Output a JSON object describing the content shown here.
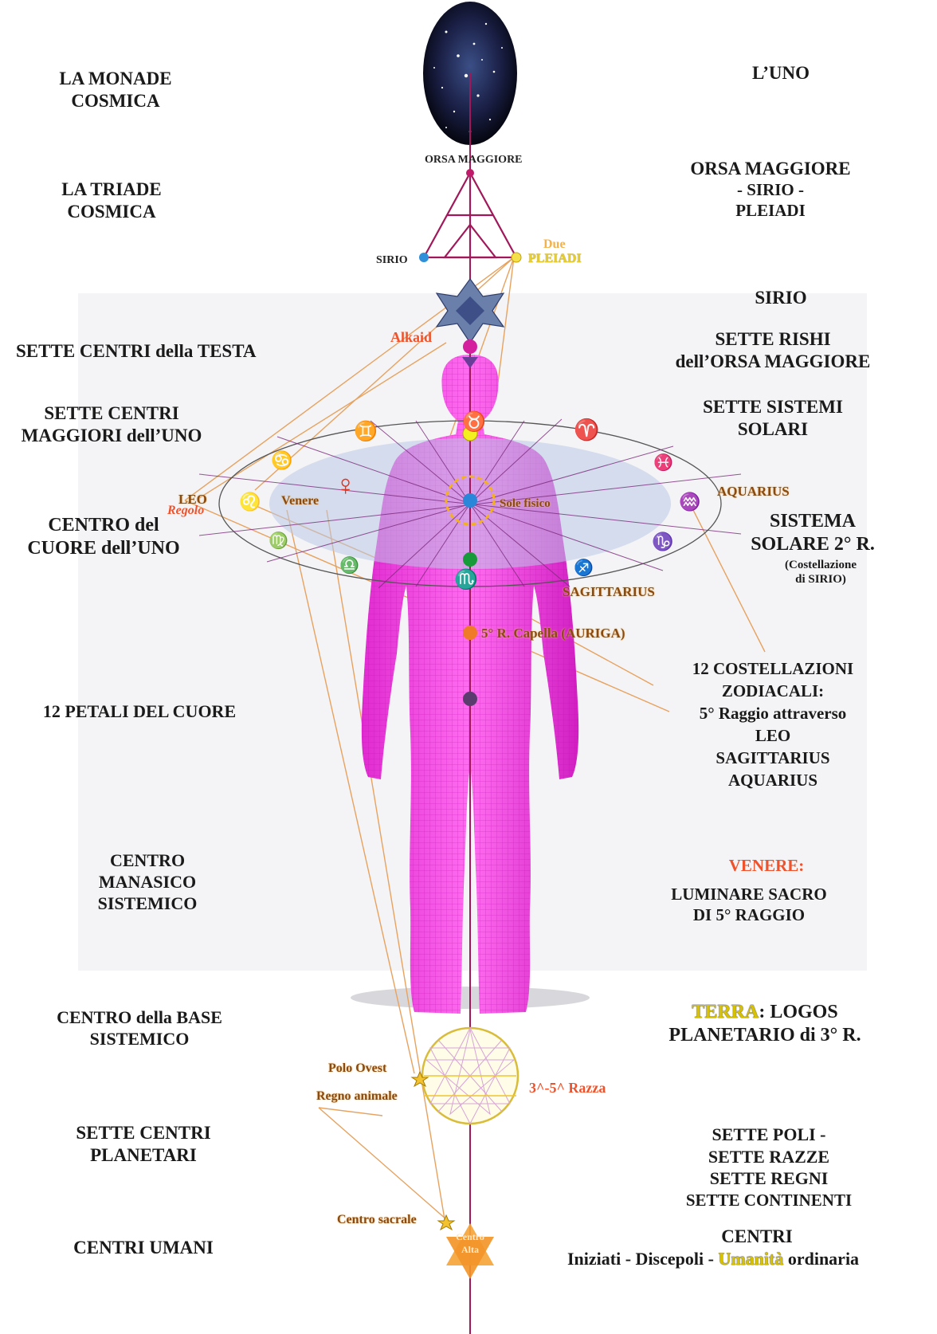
{
  "left_labels": {
    "monade": [
      "LA MONADE",
      "COSMICA"
    ],
    "triade": [
      "LA TRIADE",
      "COSMICA"
    ],
    "sette_centri_testa": "SETTE CENTRI della TESTA",
    "sette_centri_maggiori": [
      "SETTE CENTRI",
      "MAGGIORI dell’UNO"
    ],
    "centro_cuore": [
      "CENTRO del",
      "CUORE dell’UNO"
    ],
    "petali": "12 PETALI DEL CUORE",
    "manasico": [
      "CENTRO",
      "MANASICO",
      "SISTEMICO"
    ],
    "base": [
      "CENTRO della BASE",
      "SISTEMICO"
    ],
    "planetari": [
      "SETTE CENTRI",
      "PLANETARI"
    ],
    "umani": "CENTRI UMANI"
  },
  "right_labels": {
    "uno": "L’UNO",
    "orsa": [
      "ORSA MAGGIORE",
      "- SIRIO -",
      "PLEIADI"
    ],
    "sirio": "SIRIO",
    "rishi": [
      "SETTE RISHI",
      "dell’ORSA MAGGIORE"
    ],
    "sistemi": [
      "SETTE SISTEMI",
      "SOLARI"
    ],
    "sistema_solare": [
      "SISTEMA",
      "SOLARE 2° R."
    ],
    "costellazione": [
      "(Costellazione",
      "di SIRIO)"
    ],
    "costellazioni": [
      "12 COSTELLAZIONI",
      "ZODIACALI:",
      "5° Raggio attraverso",
      "LEO",
      "SAGITTARIUS",
      "AQUARIUS"
    ],
    "venere": "VENERE:",
    "luminare": [
      "LUMINARE SACRO",
      "DI 5° RAGGIO"
    ],
    "terra_word": "TERRA",
    "terra_rest": ": LOGOS",
    "terra_line2": "PLANETARIO di  3° R.",
    "poli": [
      "SETTE POLI -",
      "SETTE  RAZZE",
      "SETTE REGNI",
      "SETTE CONTINENTI"
    ],
    "centri": "CENTRI",
    "iniziati_a": "Iniziati - Discepoli - ",
    "iniziati_hl": "Umanità",
    "iniziati_b": " ordinaria"
  },
  "diagram_labels": {
    "orsa_maggiore": "ORSA MAGGIORE",
    "sirio": "SIRIO",
    "due": "Due",
    "pleiadi": "PLEIADI",
    "alkaid": "Alkaid",
    "leo": "LEO",
    "regolo": "Regolo",
    "venere": "Venere",
    "sole_fisico": "Sole fisico",
    "aquarius": "AQUARIUS",
    "sagittarius": "SAGITTARIUS",
    "capella": "5° R. Capella (AURIGA)",
    "polo_ovest": "Polo Ovest",
    "regno_animale": "Regno animale",
    "razza": "3^-5^ Razza",
    "centro_sacrale": "Centro sacrale",
    "centro_alta": "Centro Alta"
  },
  "zodiac_glyphs": [
    "♊",
    "♉",
    "♈",
    "♓",
    "♒",
    "♑",
    "♐",
    "♏",
    "♎",
    "♍",
    "♌",
    "♋"
  ],
  "venus_glyph": "♀",
  "colors": {
    "axis": "#a0185a",
    "body": "#ff2ee6",
    "ellipse_fill": "#b9c8e6",
    "orange_text": "#f0522b",
    "gold": "#f2b12d"
  }
}
